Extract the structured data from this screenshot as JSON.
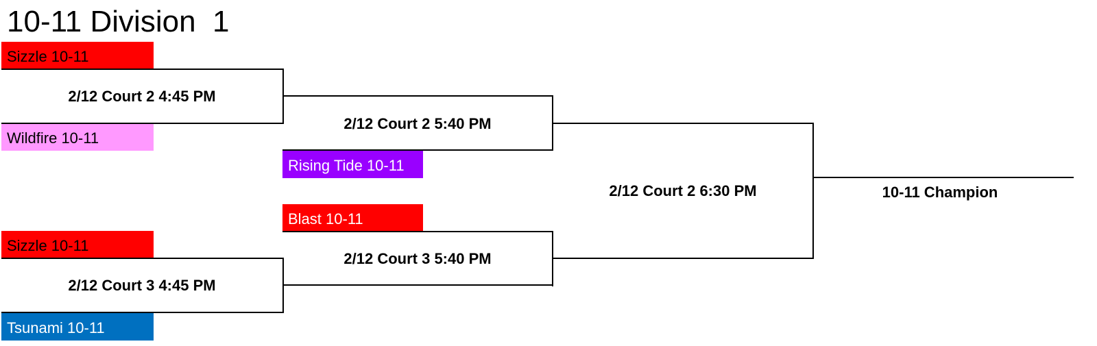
{
  "title": "10-11 Division  1",
  "teams": [
    {
      "name": "Sizzle 10-11",
      "color": "#ff0000",
      "text_color": "#000000"
    },
    {
      "name": "Wildfire 10-11",
      "color": "#ff99ff",
      "text_color": "#000000"
    },
    {
      "name": "Rising Tide 10-11",
      "color": "#9900ff",
      "text_color": "#ffffff"
    },
    {
      "name": "Blast 10-11",
      "color": "#ff0000",
      "text_color": "#ffffff"
    },
    {
      "name": "Sizzle 10-11",
      "color": "#ff0000",
      "text_color": "#000000"
    },
    {
      "name": "Tsunami 10-11",
      "color": "#0070c0",
      "text_color": "#ffffff"
    }
  ],
  "games": [
    {
      "label": "2/12 Court 2 4:45 PM"
    },
    {
      "label": "2/12 Court 2 5:40 PM"
    },
    {
      "label": "2/12 Court 2 6:30 PM"
    },
    {
      "label": "2/12 Court 3 5:40 PM"
    },
    {
      "label": "2/12 Court 3 4:45 PM"
    }
  ],
  "champion": {
    "label": "10-11 Champion"
  }
}
